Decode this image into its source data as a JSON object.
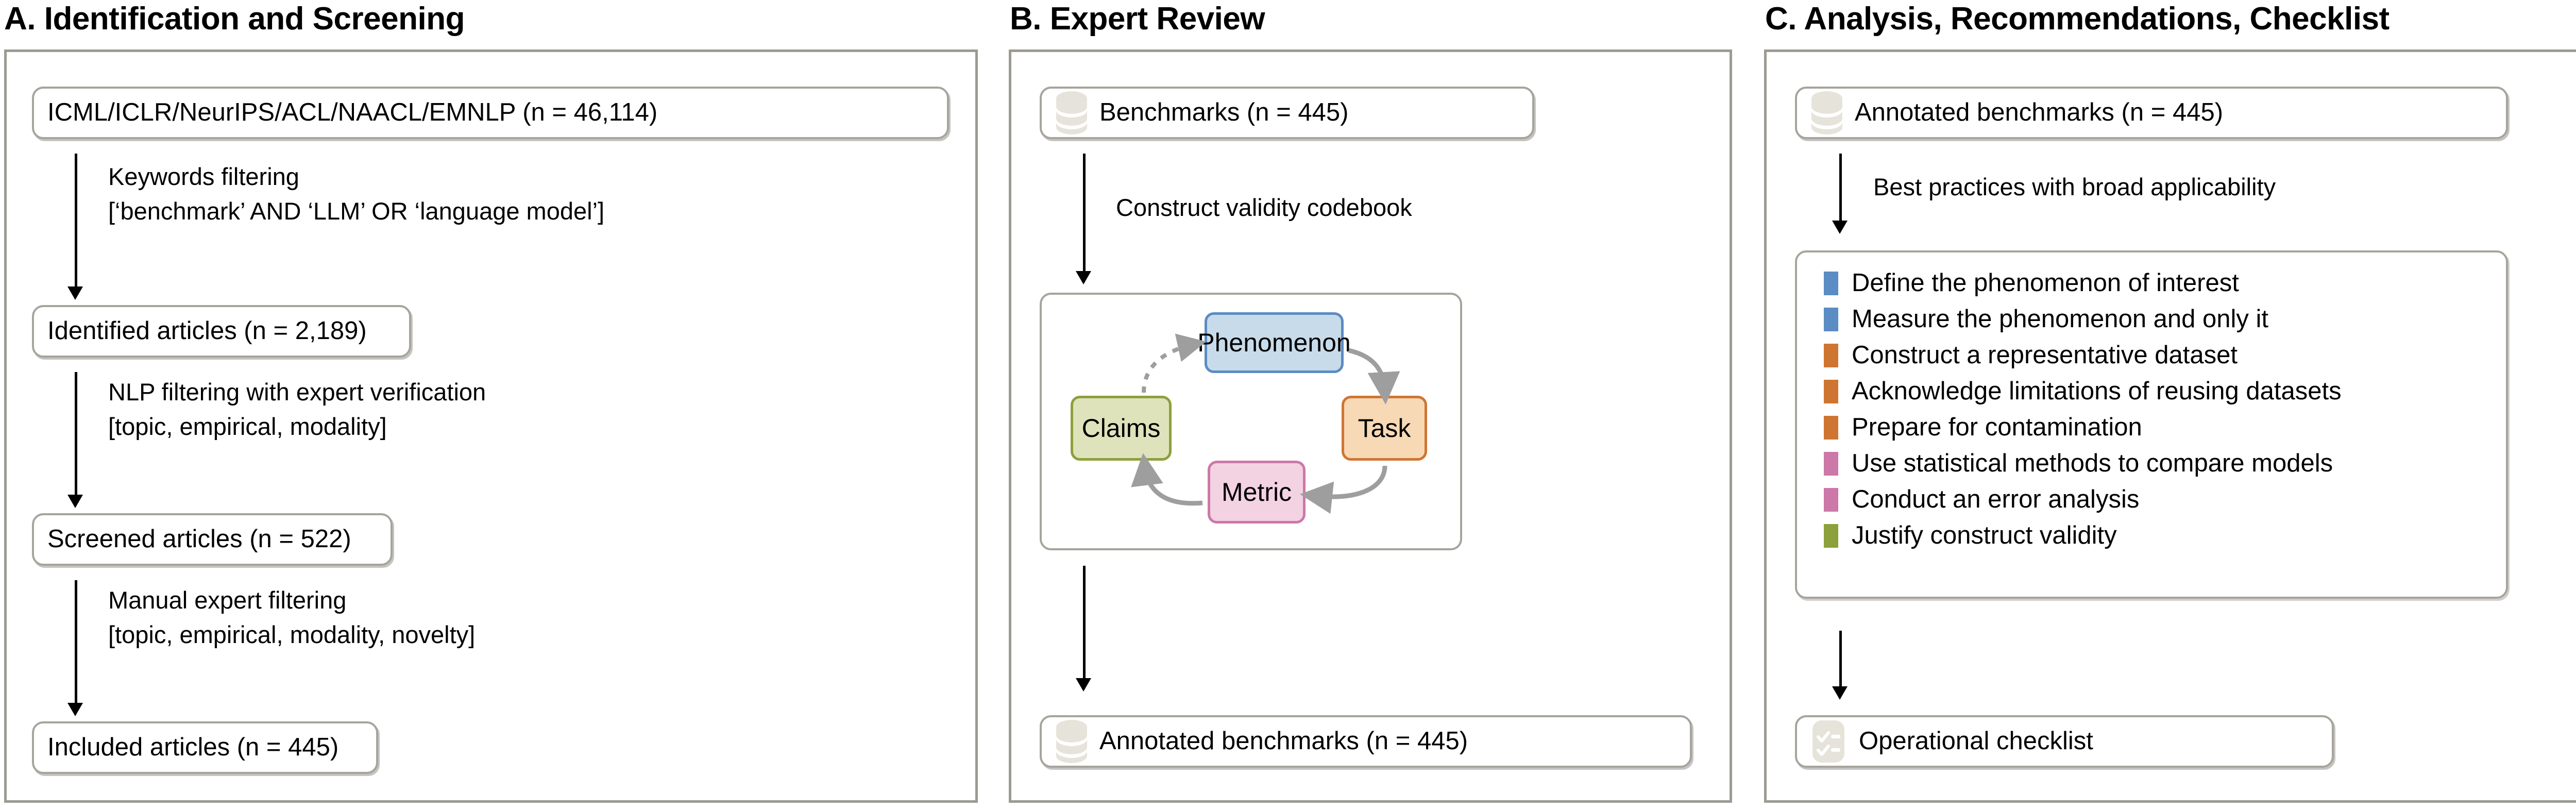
{
  "panels": [
    {
      "id": "identification-screening",
      "title": "A. Identification and Screening",
      "nodes": [
        {
          "label": "ICML/ICLR/NeurIPS/ACL/NAACL/EMNLP (n = 46,114)",
          "icon": "none"
        },
        {
          "label": "Identified articles (n = 2,189)",
          "icon": "none"
        },
        {
          "label": "Screened articles (n = 522)",
          "icon": "none"
        },
        {
          "label": "Included articles (n = 445)",
          "icon": "none"
        }
      ],
      "edges": [
        {
          "line1": "Keywords filtering",
          "line2": "[‘benchmark’ AND ‘LLM’ OR ‘language model’]"
        },
        {
          "line1": "NLP filtering with expert verification",
          "line2": "[topic, empirical, modality]"
        },
        {
          "line1": "Manual expert filtering",
          "line2": "[topic, empirical, modality, novelty]"
        }
      ]
    },
    {
      "id": "expert-review",
      "title": "B. Expert Review",
      "nodes": [
        {
          "label": "Benchmarks (n = 445)",
          "icon": "database-icon"
        },
        {
          "label": "Annotated benchmarks (n = 445)",
          "icon": "database-icon"
        }
      ],
      "edges": [
        {
          "line1": "Construct validity codebook",
          "line2": ""
        }
      ],
      "cycle": {
        "boxes": [
          {
            "label": "Phenomenon",
            "fill": "#c8dbea",
            "stroke": "#5b8cc3"
          },
          {
            "label": "Task",
            "fill": "#f7d9b6",
            "stroke": "#cf7532"
          },
          {
            "label": "Metric",
            "fill": "#f3d2e2",
            "stroke": "#cc78a8"
          },
          {
            "label": "Claims",
            "fill": "#dfe3bc",
            "stroke": "#8ca03c"
          }
        ],
        "arrow_color": "#9e9e9e",
        "order": [
          "Phenomenon",
          "Task",
          "Metric",
          "Claims",
          "Phenomenon"
        ]
      }
    },
    {
      "id": "analysis-recommendations-checklist",
      "title": "C. Analysis, Recommendations, Checklist",
      "nodes": [
        {
          "label": "Annotated benchmarks (n = 445)",
          "icon": "database-icon"
        },
        {
          "label": "Operational checklist",
          "icon": "checklist-icon"
        }
      ],
      "edges": [
        {
          "line1": "Best practices with broad applicability",
          "line2": ""
        }
      ],
      "checklist": [
        {
          "color": "#5b8cc3",
          "text": "Define the phenomenon of interest"
        },
        {
          "color": "#5b8cc3",
          "text": "Measure the phenomenon and only it"
        },
        {
          "color": "#cf7532",
          "text": "Construct a representative dataset"
        },
        {
          "color": "#cf7532",
          "text": "Acknowledge limitations of reusing datasets"
        },
        {
          "color": "#cf7532",
          "text": "Prepare for contamination"
        },
        {
          "color": "#cc78a8",
          "text": "Use statistical methods to compare models"
        },
        {
          "color": "#cc78a8",
          "text": "Conduct an error analysis"
        },
        {
          "color": "#8ca03c",
          "text": "Justify construct validity"
        }
      ]
    }
  ],
  "colors": {
    "frame_border": "#9c9a92",
    "node_border": "#a6a49c",
    "icon_fill": "#e6e4da",
    "arrow": "#000000",
    "cycle_arrow": "#9e9e9e"
  }
}
